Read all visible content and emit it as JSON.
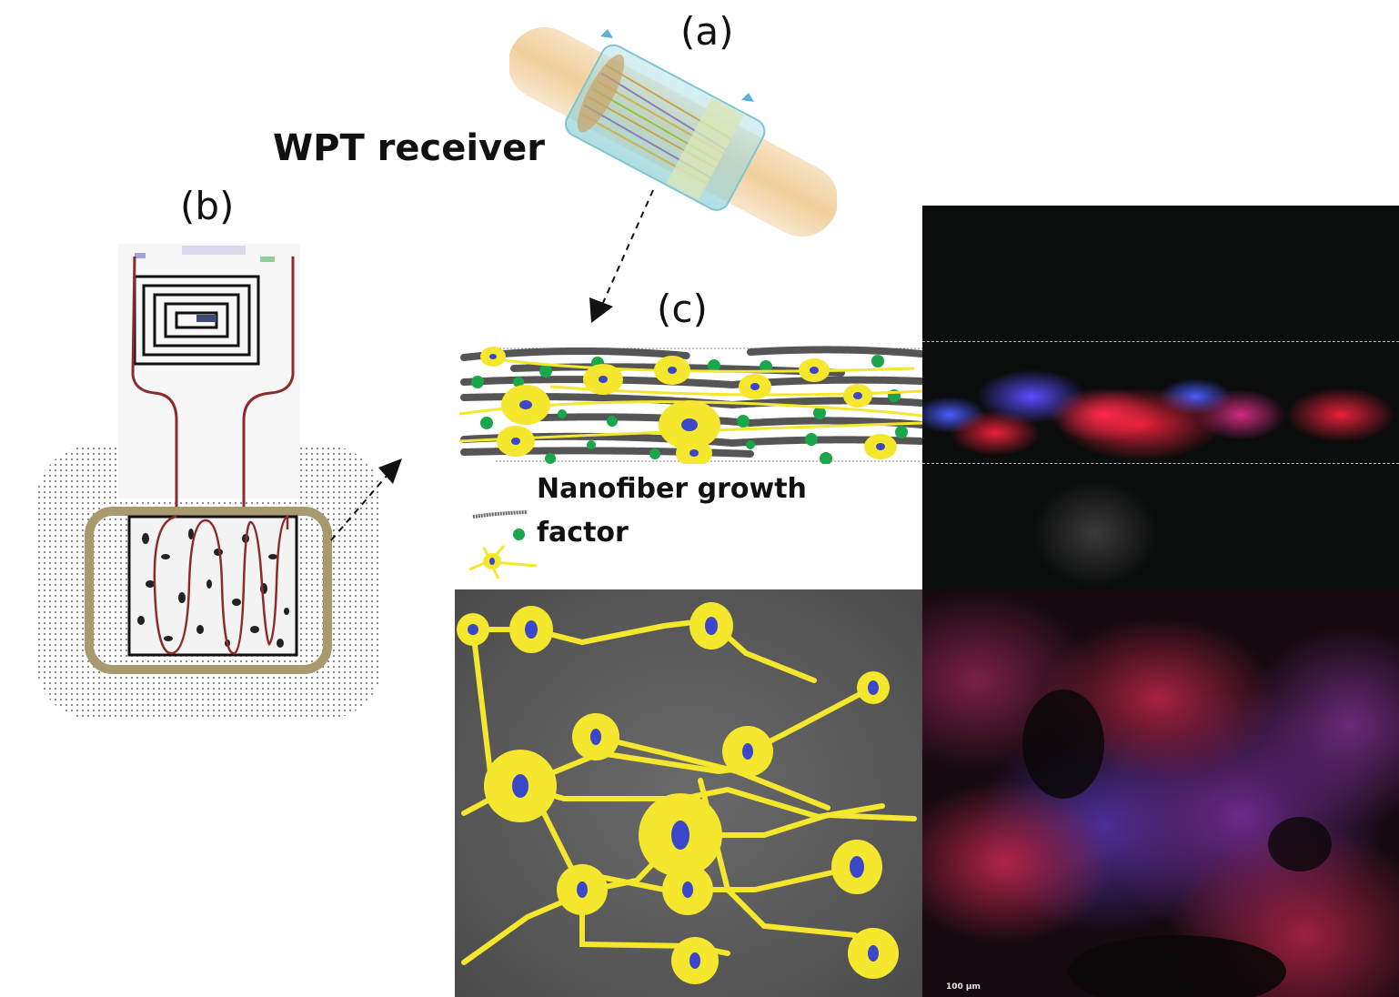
{
  "labels": {
    "panel_a": "(a)",
    "panel_b": "(b)",
    "panel_c": "(c)",
    "wpt_receiver": "WPT receiver"
  },
  "legend": {
    "line1": "Nanofiber growth",
    "line2": "factor",
    "items": [
      {
        "icon": "nanofiber-icon",
        "meaning": "Nanofiber"
      },
      {
        "icon": "growth-factor-dot-icon",
        "meaning": "growth factor",
        "color": "#1aa64a"
      },
      {
        "icon": "neuron-cell-icon",
        "meaning": "cell",
        "color": "#f5e62e"
      }
    ]
  },
  "micrographs": {
    "top_right": {
      "description": "fluorescence cross-section, red/blue stain"
    },
    "bottom_right": {
      "description": "fluorescence tissue, red/blue stain",
      "scale_bar": "100 µm"
    },
    "bottom_left": {
      "description": "SEM with yellow neuron illustration"
    }
  },
  "colors": {
    "coil_wire": "#8b2b2b",
    "frame": "#a89a6e",
    "cell_yellow": "#f5e62e",
    "nucleus_blue": "#3a47c8",
    "growth_factor_green": "#1aa64a",
    "stain_red": "#e8203a",
    "stain_blue": "#4a5cff"
  }
}
